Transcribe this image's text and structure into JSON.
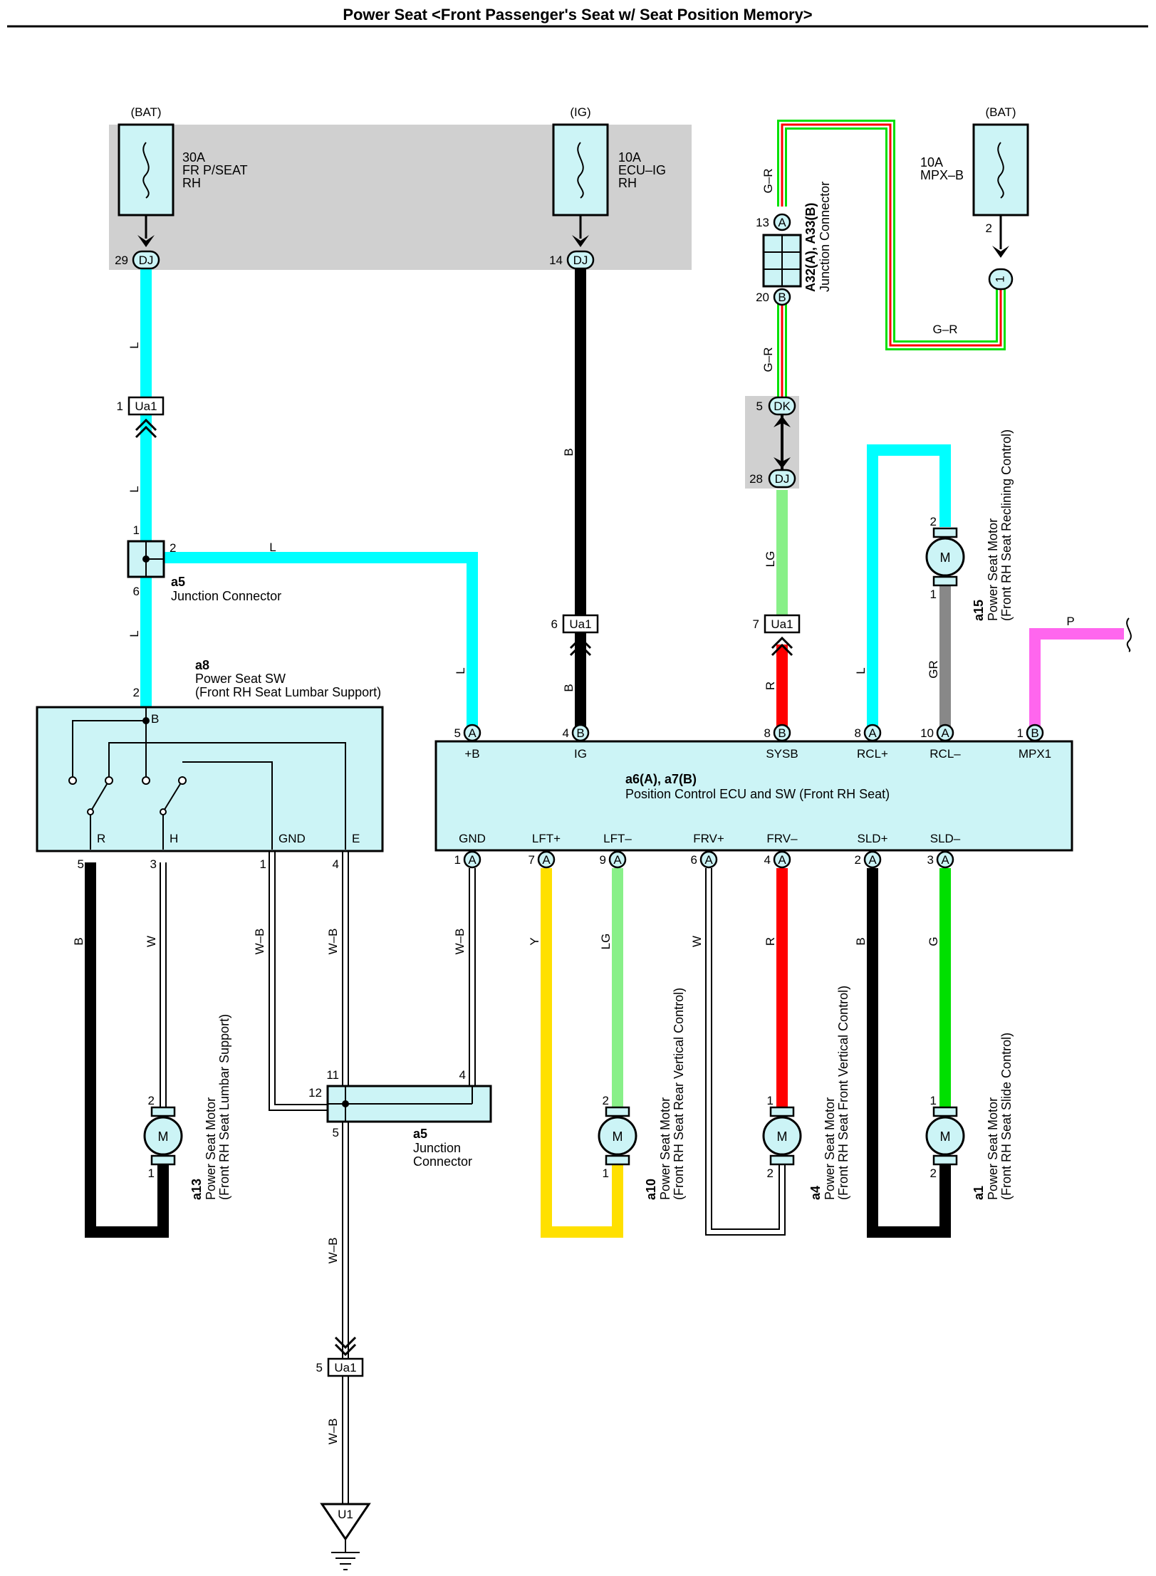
{
  "title": "Power Seat <Front Passenger's Seat w/ Seat Position Memory>",
  "colors": {
    "L": "#00ffff",
    "B": "#000000",
    "G": "#00e000",
    "LG": "#88f088",
    "R": "#ff0000",
    "Y": "#ffe000",
    "W": "#ffffff",
    "GR": "#888888",
    "P": "#ff66ee",
    "box_fill": "#ccf4f6",
    "shade": "#d0d0d0"
  },
  "fuses": {
    "bat1": {
      "source": "(BAT)",
      "amp": "30A",
      "name1": "FR P/SEAT",
      "name2": "RH",
      "pin": "29",
      "conn": "DJ"
    },
    "ig": {
      "source": "(IG)",
      "amp": "10A",
      "name1": "ECU–IG",
      "name2": "RH",
      "pin": "14",
      "conn": "DJ"
    },
    "bat2": {
      "source": "(BAT)",
      "amp": "10A",
      "name1": "MPX–B",
      "pin": "2",
      "conn_pin": "1"
    }
  },
  "junction_a32": {
    "label": "A32(A), A33(B)",
    "desc": "Junction Connector",
    "pin_top": "13",
    "pin_top_conn": "A",
    "pin_bot": "20",
    "pin_bot_conn": "B"
  },
  "dk_dj": {
    "pin_dk": "5",
    "conn_dk": "DK",
    "pin_dj": "28",
    "conn_dj": "DJ"
  },
  "ua1": {
    "conn": "Ua1",
    "p1": "1",
    "p6": "6",
    "p7": "7",
    "p5": "5"
  },
  "a5_top": {
    "id": "a5",
    "desc": "Junction Connector",
    "p1": "1",
    "p2": "2",
    "p6": "6"
  },
  "a5_bot": {
    "id": "a5",
    "desc1": "Junction",
    "desc2": "Connector",
    "p11": "11",
    "p12": "12",
    "p4": "4",
    "p5": "5"
  },
  "a8": {
    "id": "a8",
    "desc1": "Power Seat SW",
    "desc2": "(Front RH Seat Lumbar Support)",
    "pin_top": "2",
    "term_b": "B",
    "terminals": [
      "R",
      "H",
      "GND",
      "E"
    ],
    "pins": [
      "5",
      "3",
      "1",
      "4"
    ]
  },
  "ecu": {
    "id": "a6(A), a7(B)",
    "desc": "Position Control ECU and SW (Front RH Seat)",
    "top": [
      {
        "pin": "5",
        "conn": "A",
        "term": "+B"
      },
      {
        "pin": "4",
        "conn": "B",
        "term": "IG"
      },
      {
        "pin": "8",
        "conn": "B",
        "term": "SYSB"
      },
      {
        "pin": "8",
        "conn": "A",
        "term": "RCL+"
      },
      {
        "pin": "10",
        "conn": "A",
        "term": "RCL–"
      },
      {
        "pin": "1",
        "conn": "B",
        "term": "MPX1"
      }
    ],
    "bottom": [
      {
        "pin": "1",
        "conn": "A",
        "term": "GND"
      },
      {
        "pin": "7",
        "conn": "A",
        "term": "LFT+"
      },
      {
        "pin": "9",
        "conn": "A",
        "term": "LFT–"
      },
      {
        "pin": "6",
        "conn": "A",
        "term": "FRV+"
      },
      {
        "pin": "4",
        "conn": "A",
        "term": "FRV–"
      },
      {
        "pin": "2",
        "conn": "A",
        "term": "SLD+"
      },
      {
        "pin": "3",
        "conn": "A",
        "term": "SLD–"
      }
    ]
  },
  "motors": {
    "symbol": "M",
    "a13": {
      "id": "a13",
      "desc1": "Power Seat Motor",
      "desc2": "(Front RH Seat Lumbar Support)",
      "p_top": "2",
      "p_bot": "1"
    },
    "a10": {
      "id": "a10",
      "desc1": "Power Seat Motor",
      "desc2": "(Front RH Seat Rear Vertical Control)",
      "p_top": "2",
      "p_bot": "1"
    },
    "a4": {
      "id": "a4",
      "desc1": "Power Seat Motor",
      "desc2": "(Front RH Seat Front Vertical Control)",
      "p_top": "1",
      "p_bot": "2"
    },
    "a1": {
      "id": "a1",
      "desc1": "Power Seat Motor",
      "desc2": "(Front RH Seat Slide Control)",
      "p_top": "1",
      "p_bot": "2"
    },
    "a15": {
      "id": "a15",
      "desc1": "Power Seat Motor",
      "desc2": "(Front RH Seat Reclining Control)",
      "p_top": "2",
      "p_bot": "1"
    }
  },
  "wire_labels": {
    "L": "L",
    "B": "B",
    "G": "G",
    "W": "W",
    "Y": "Y",
    "R": "R",
    "LG": "LG",
    "GR": "GR",
    "P": "P",
    "GR_wire": "G–R",
    "WB": "W–B"
  },
  "ground": {
    "id": "U1"
  }
}
